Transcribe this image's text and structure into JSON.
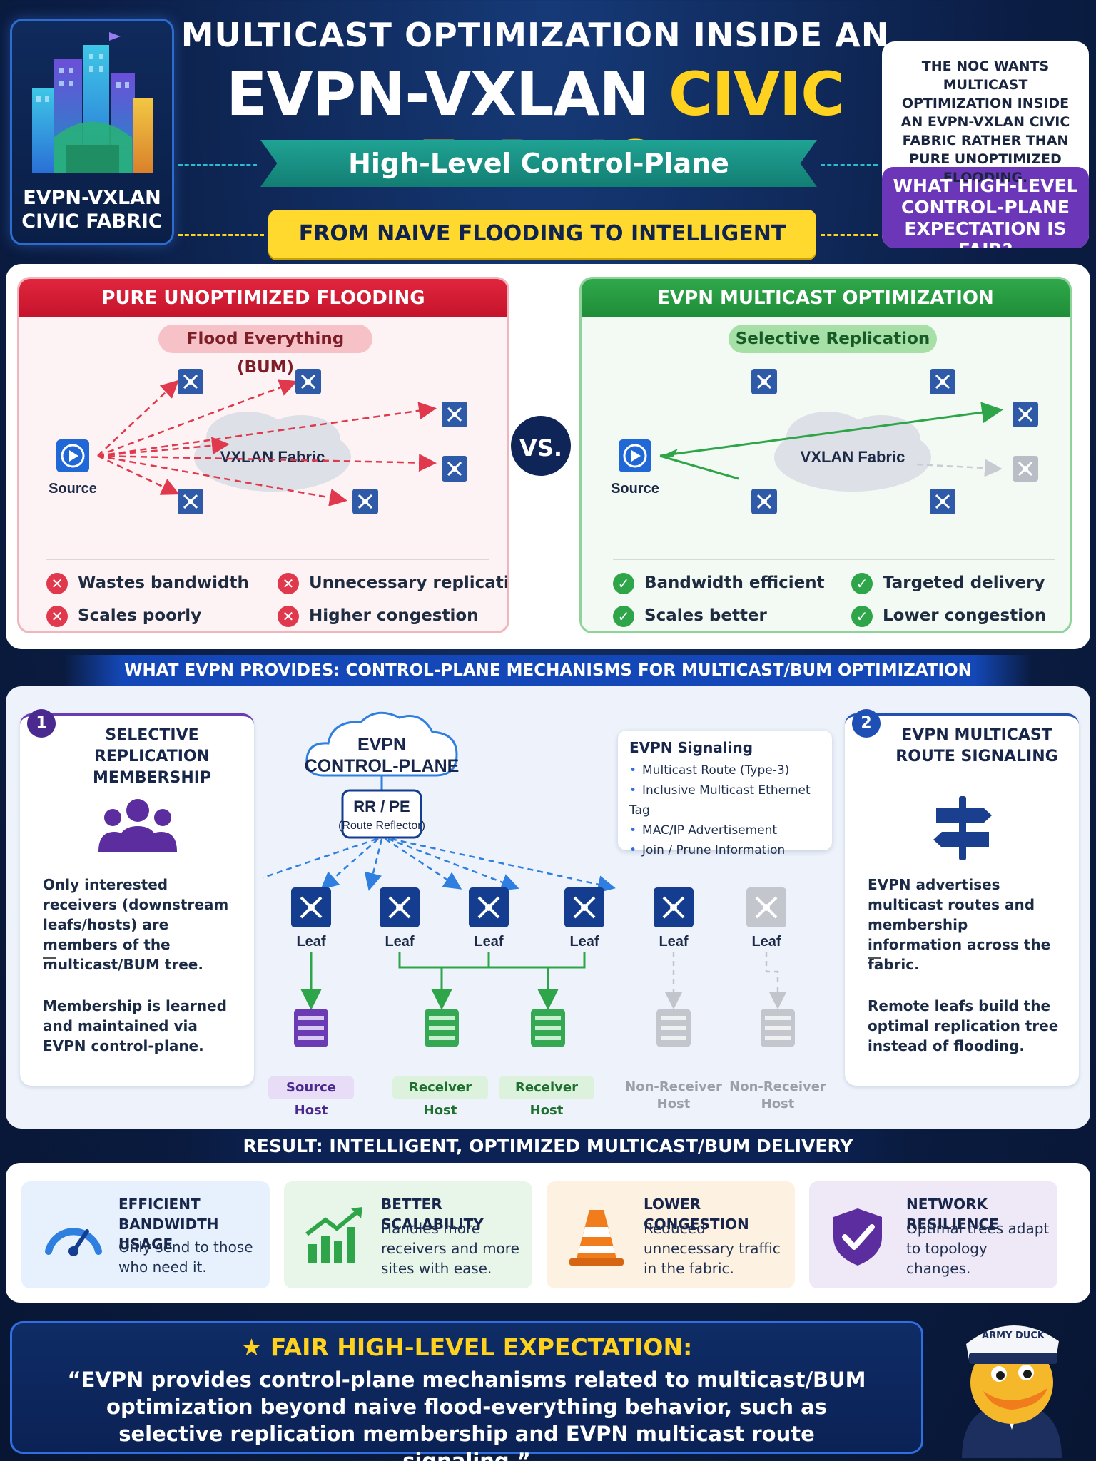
{
  "header": {
    "logo_text_line1": "EVPN-VXLAN",
    "logo_text_line2": "CIVIC FABRIC",
    "title_line1": "MULTICAST OPTIMIZATION INSIDE AN",
    "title_line2_white": "EVPN-VXLAN",
    "title_line2_yellow": "CIVIC FABRIC",
    "ribbon": "High-Level Control-Plane Expectation",
    "pill": "FROM NAIVE FLOODING TO INTELLIGENT DELIVERY",
    "noc_statement": "THE NOC WANTS MULTICAST OPTIMIZATION INSIDE AN EVPN-VXLAN CIVIC FABRIC RATHER THAN PURE UNOPTIMIZED FLOODING.",
    "noc_question": "WHAT HIGH-LEVEL CONTROL-PLANE EXPECTATION IS FAIR?"
  },
  "compare": {
    "vs": "VS.",
    "left": {
      "title": "PURE UNOPTIMIZED FLOODING",
      "subtitle": "Flood Everything (BUM)",
      "source": "Source",
      "fabric": "VXLAN Fabric",
      "bullets": [
        "Wastes bandwidth",
        "Unnecessary replication",
        "Scales poorly",
        "Higher congestion"
      ]
    },
    "right": {
      "title": "EVPN MULTICAST OPTIMIZATION",
      "subtitle": "Selective Replication",
      "source": "Source",
      "fabric": "VXLAN Fabric",
      "bullets": [
        "Bandwidth efficient",
        "Targeted delivery",
        "Scales better",
        "Lower congestion"
      ]
    }
  },
  "provides": {
    "bar": "WHAT EVPN PROVIDES: CONTROL-PLANE MECHANISMS FOR MULTICAST/BUM OPTIMIZATION",
    "left_card": {
      "num": "1",
      "title": "SELECTIVE REPLICATION MEMBERSHIP",
      "text1": "Only interested receivers (downstream leafs/hosts) are members of the multicast/BUM tree.",
      "text2": "Membership is learned and maintained via EVPN control-plane."
    },
    "right_card": {
      "num": "2",
      "title": "EVPN MULTICAST ROUTE SIGNALING",
      "text1": "EVPN advertises multicast routes and membership information across the fabric.",
      "text2": "Remote leafs build the optimal replication tree instead of flooding."
    },
    "cloud_line1": "EVPN",
    "cloud_line2": "CONTROL-PLANE",
    "rr_line1": "RR / PE",
    "rr_line2": "(Route Reflector)",
    "signaling": {
      "title": "EVPN Signaling",
      "items": [
        "Multicast Route (Type-3)",
        "Inclusive Multicast Ethernet Tag",
        "MAC/IP Advertisement",
        "Join / Prune Information"
      ]
    },
    "leaf_label": "Leaf",
    "hosts": {
      "source": "Source Host",
      "receiver": "Receiver Host",
      "non_line1": "Non-Receiver",
      "non_line2": "Host"
    }
  },
  "result": {
    "bar": "RESULT: INTELLIGENT, OPTIMIZED MULTICAST/BUM DELIVERY",
    "cards": [
      {
        "title": "EFFICIENT BANDWIDTH USAGE",
        "text": "Only send to those who need it.",
        "icon": "gauge-icon"
      },
      {
        "title": "BETTER SCALABILITY",
        "text": "Handles more receivers and more sites with ease.",
        "icon": "growth-chart-icon"
      },
      {
        "title": "LOWER CONGESTION",
        "text": "Reduced unnecessary traffic in the fabric.",
        "icon": "traffic-cone-icon"
      },
      {
        "title": "NETWORK RESILIENCE",
        "text": "Optimal trees adapt to topology changes.",
        "icon": "shield-check-icon"
      }
    ]
  },
  "fair": {
    "title": "FAIR HIGH-LEVEL EXPECTATION:",
    "quote": "“EVPN provides control-plane mechanisms related to multicast/BUM optimization beyond naive flood-everything behavior, such as selective replication membership and EVPN multicast route signaling.”",
    "mascot_cap": "ARMY DUCK"
  },
  "colors": {
    "navy": "#0d2350",
    "yellow": "#ffd21f",
    "red": "#d81e36",
    "green": "#2a9d45",
    "purple": "#6b36b8",
    "blue": "#1448b8"
  }
}
